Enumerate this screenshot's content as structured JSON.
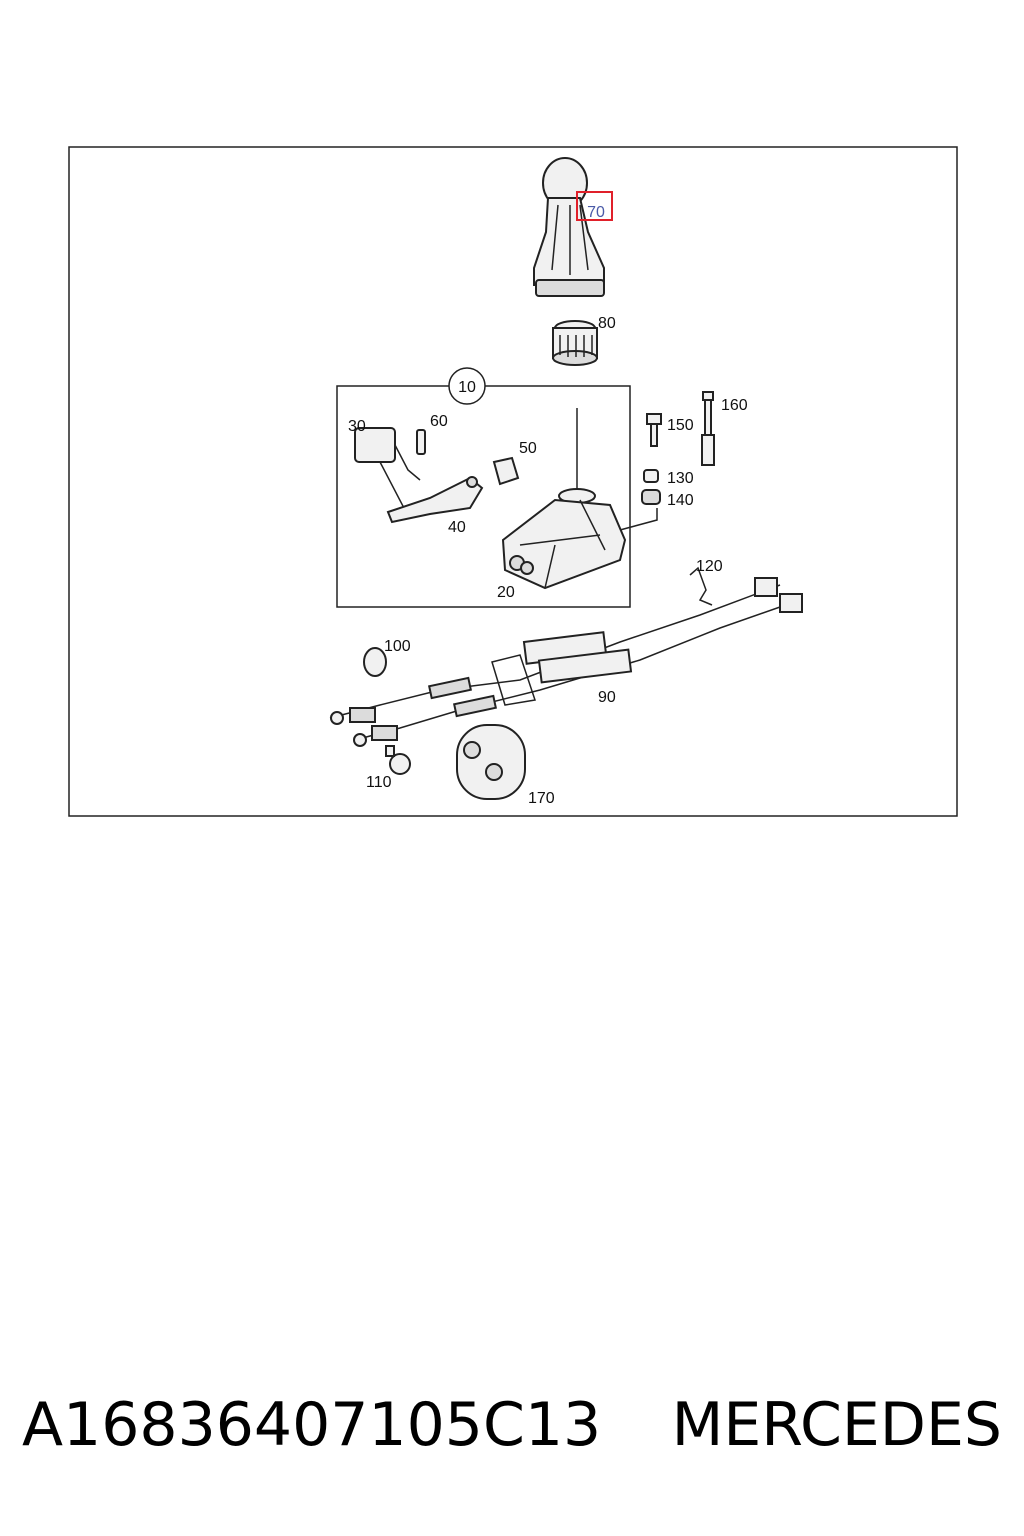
{
  "callouts": {
    "c10": "10",
    "c20": "20",
    "c30": "30",
    "c40": "40",
    "c50": "50",
    "c60": "60",
    "c70": "70",
    "c80": "80",
    "c90": "90",
    "c100": "100",
    "c110": "110",
    "c120": "120",
    "c130": "130",
    "c140": "140",
    "c150": "150",
    "c160": "160",
    "c170": "170"
  },
  "highlight_color": "#e0202a",
  "footer": {
    "part_number": "A16836407105C13",
    "brand": "MERCEDES"
  }
}
